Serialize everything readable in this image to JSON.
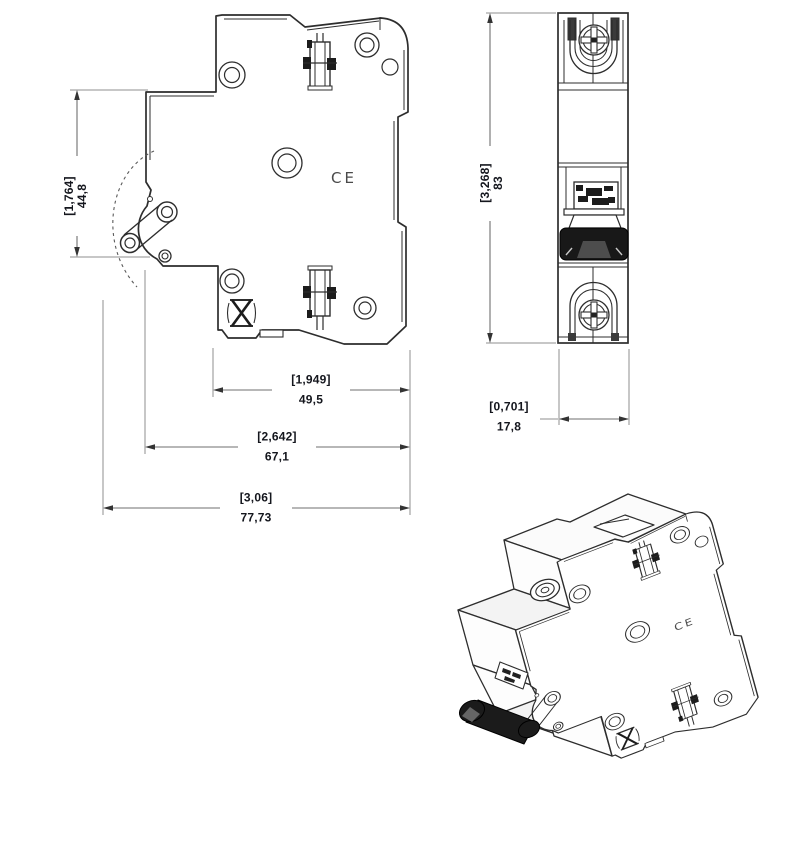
{
  "dimensions": {
    "side_height": {
      "inch": "[1,764]",
      "mm": "44,8"
    },
    "base_width": {
      "inch": "[1,949]",
      "mm": "49,5"
    },
    "body_width": {
      "inch": "[2,642]",
      "mm": "67,1"
    },
    "total_width": {
      "inch": "[3,06]",
      "mm": "77,73"
    },
    "front_height": {
      "inch": "[3,268]",
      "mm": "83"
    },
    "front_width": {
      "inch": "[0,701]",
      "mm": "17,8"
    }
  },
  "marks": {
    "ce": "CE"
  },
  "colors": {
    "outline": "#2d2d2d",
    "dim_line": "#6f6f6f",
    "extension_line": "#8f8f8f",
    "dim_text": "#14161d",
    "toggle_fill": "#181818",
    "background": "#ffffff"
  }
}
